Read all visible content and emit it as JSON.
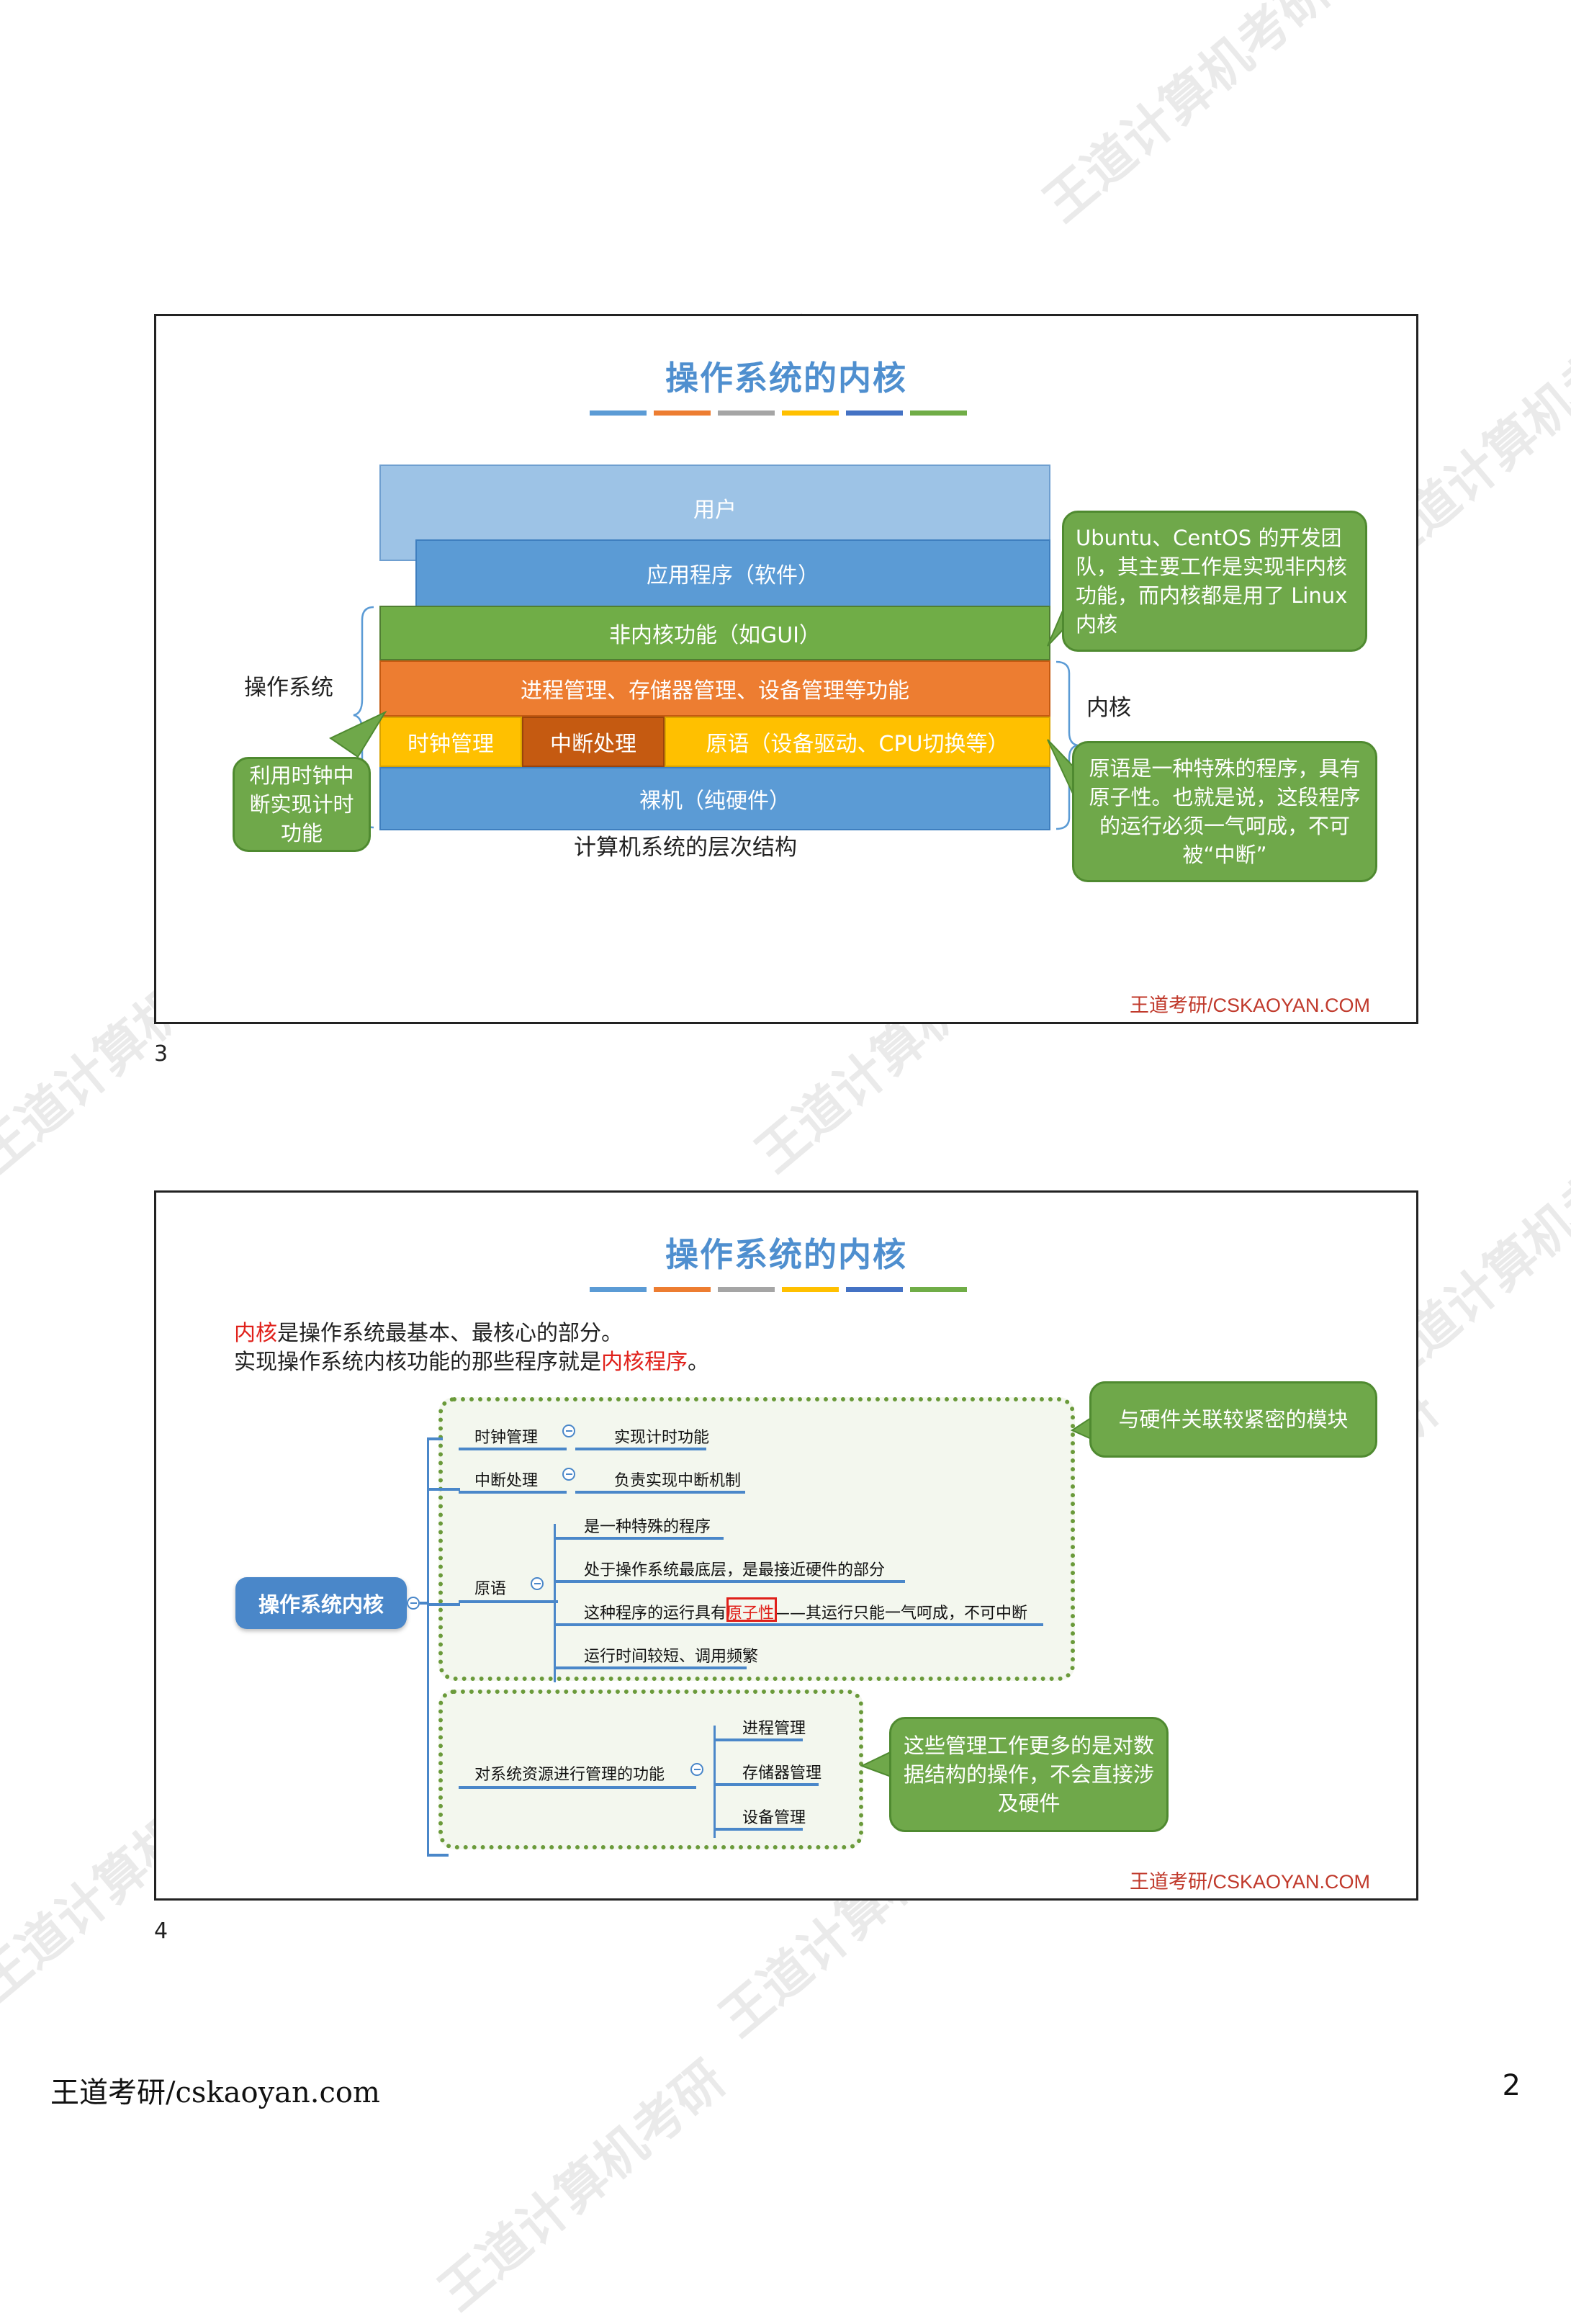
{
  "slide1": {
    "title": "操作系统的内核",
    "title_bar_colors": [
      "#5b9bd5",
      "#ed7d31",
      "#a5a5a5",
      "#ffc000",
      "#4472c4",
      "#70ad47"
    ],
    "layers": {
      "user": "用户",
      "apps": "应用程序（软件）",
      "non_kernel": "非内核功能（如GUI）",
      "process_mgmt": "进程管理、存储器管理、设备管理等功能",
      "clock": "时钟管理",
      "interrupt": "中断处理",
      "primitive": "原语（设备驱动、CPU切换等）",
      "bare_machine": "裸机（纯硬件）"
    },
    "side_labels": {
      "os": "操作系统",
      "kernel": "内核"
    },
    "caption": "计算机系统的层次结构",
    "callout_ubuntu": "Ubuntu、CentOS 的开发团队，其主要工作是实现非内核功能，而内核都是用了 Linux 内核",
    "callout_clock": "利用时钟中断实现计时功能",
    "callout_primitive": "原语是一种特殊的程序，具有原子性。也就是说，这段程序的运行必须一气呵成，不可被“中断”",
    "footer": "王道考研/CSKAOYAN.COM"
  },
  "slide1_num": "3",
  "slide2": {
    "title": "操作系统的内核",
    "intro_line1_red": "内核",
    "intro_line1_rest": "是操作系统最基本、最核心的部分。",
    "intro_line2_a": "实现操作系统内核功能的那些程序就是",
    "intro_line2_red": "内核程序",
    "intro_line2_b": "。",
    "root": "操作系统内核",
    "nodes": {
      "clock": "时钟管理",
      "clock_child": "实现计时功能",
      "interrupt": "中断处理",
      "interrupt_child": "负责实现中断机制",
      "primitive": "原语",
      "prim_c1": "是一种特殊的程序",
      "prim_c2": "处于操作系统最底层，是最接近硬件的部分",
      "prim_c3_a": "这种程序的运行具有",
      "prim_c3_red": "原子性",
      "prim_c3_b": "——其运行只能一气呵成，不可中断",
      "prim_c4": "运行时间较短、调用频繁",
      "resource": "对系统资源进行管理的功能",
      "res_c1": "进程管理",
      "res_c2": "存储器管理",
      "res_c3": "设备管理"
    },
    "callout_hw": "与硬件关联较紧密的模块",
    "callout_ds": "这些管理工作更多的是对数据结构的操作，不会直接涉及硬件",
    "footer": "王道考研/CSKAOYAN.COM"
  },
  "slide2_num": "4",
  "page_footer": "王道考研/cskaoyan.com",
  "page_number": "2",
  "watermark_text": "王道计算机考研"
}
